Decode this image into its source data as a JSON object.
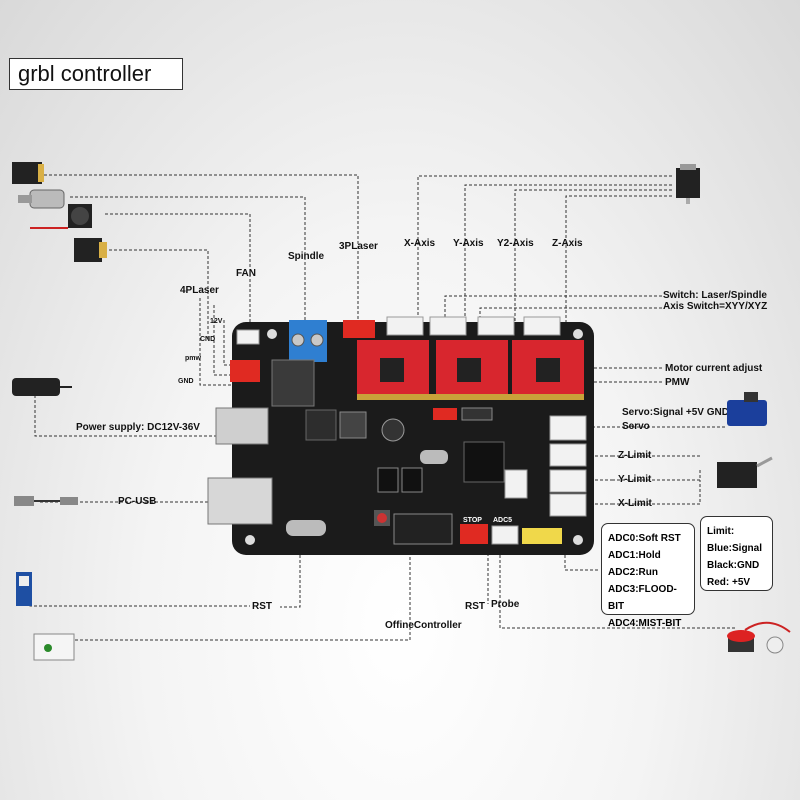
{
  "title": "grbl controller",
  "labels": {
    "spindle": "Spindle",
    "laser3p": "3PLaser",
    "fan": "FAN",
    "laser4p": "4PLaser",
    "xaxis": "X-Axis",
    "yaxis": "Y-Axis",
    "y2axis": "Y2-Axis",
    "zaxis": "Z-Axis",
    "v12": "12V",
    "cnd": "CND",
    "pmw_small": "pmw",
    "gnd_small": "GND",
    "power": "Power supply: DC12V-36V",
    "pcusb": "PC-USB",
    "rst_left": "RST",
    "offline": "OffineController",
    "rst_mid": "RST",
    "probe": "Probe",
    "switch_laser": "Switch: Laser/Spindle",
    "axis_switch": "Axis Switch=XYY/XYZ",
    "motor_current": "Motor current adjust",
    "pmw": "PMW",
    "servo_signal": "Servo:Signal  +5V   GND",
    "servo": "Servo",
    "zlimit": "Z-Limit",
    "ylimit": "Y-Limit",
    "xlimit": "X-Limit",
    "stop": "STOP",
    "adc5": "ADC5"
  },
  "adc_box": [
    "ADC0:Soft RST",
    "ADC1:Hold",
    "ADC2:Run",
    "ADC3:FLOOD-BIT",
    "ADC4:MIST-BIT"
  ],
  "limit_box": [
    "Limit:",
    "Blue:Signal",
    "Black:GND",
    "Red:   +5V"
  ],
  "colors": {
    "board": "#1b1b1b",
    "driver": "#d8262e",
    "connector": "#e02a22",
    "blue_terminal": "#2f7fd1",
    "yellow_header": "#f0d84a"
  }
}
